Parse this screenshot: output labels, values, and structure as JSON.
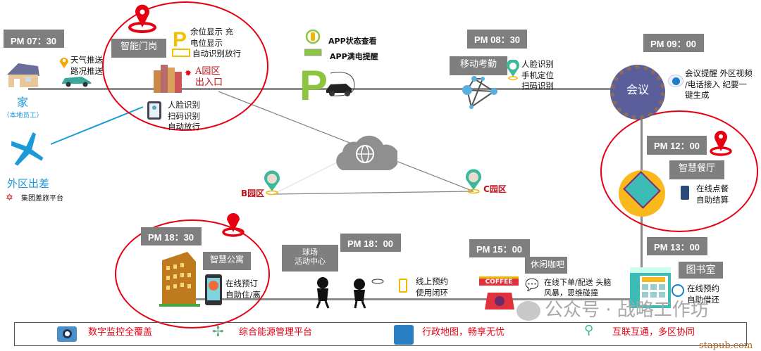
{
  "times": {
    "t0730": "PM 07：30",
    "t0830": "PM 08：30",
    "t0900": "PM 09：00",
    "t1200": "PM 12：00",
    "t1300": "PM 13：00",
    "t1500": "PM 15：00",
    "t1800": "PM 18：00",
    "t1830": "PM 18：30"
  },
  "home": {
    "label": "家",
    "sub": "（本地员工）",
    "weather": "天气推送",
    "traffic": "路况推送"
  },
  "travel": {
    "label": "外区出差",
    "platform": "集团差旅平台"
  },
  "gate": {
    "tag": "智能门岗",
    "parking": [
      "余位显示 充",
      "电位显示",
      "自动识别放行"
    ],
    "entrance": [
      "A园区",
      "出入口"
    ],
    "access": [
      "人脸识别",
      "扫码识别",
      "自动放行"
    ]
  },
  "charging": {
    "status": "APP状态查看",
    "full": "APP满电提醒"
  },
  "attendance": {
    "tag": "移动考勤",
    "items": [
      "人脸识别",
      "手机定位",
      "扫码识别"
    ]
  },
  "meeting": {
    "center": "会议",
    "items": [
      "会议提醒 外区视频",
      "/电话接入 纪要一",
      "键生成"
    ]
  },
  "parks": {
    "b": "B园区",
    "c": "C园区"
  },
  "canteen": {
    "tag": "智慧餐厅",
    "items": [
      "在线点餐",
      "自助结算"
    ]
  },
  "library": {
    "tag": "图书室",
    "items": [
      "在线预约",
      "自助借还"
    ]
  },
  "cafe": {
    "tag": "休闲咖吧",
    "sign": "COFFEE",
    "items": [
      "在线下单/配送 头脑",
      "风暴，思维碰撞"
    ]
  },
  "sports": {
    "tag": [
      "球场",
      "活动中心"
    ],
    "items": [
      "线上预约",
      "使用闭环"
    ]
  },
  "apartment": {
    "tag": "智慧公寓",
    "items": [
      "在线预订",
      "自助住/离"
    ]
  },
  "legend": [
    "数字监控全覆盖",
    "综合能源管理平台",
    "行政地图，畅享无忧",
    "互联互通，多区协同"
  ],
  "watermark": "公众号 · 战略工作坊",
  "site": "stapub.com",
  "colors": {
    "red": "#e60012",
    "gray": "#7f7f7f",
    "meeting": "#5a5f9b",
    "blue": "#1b9ad6",
    "green": "#8cc63f"
  }
}
